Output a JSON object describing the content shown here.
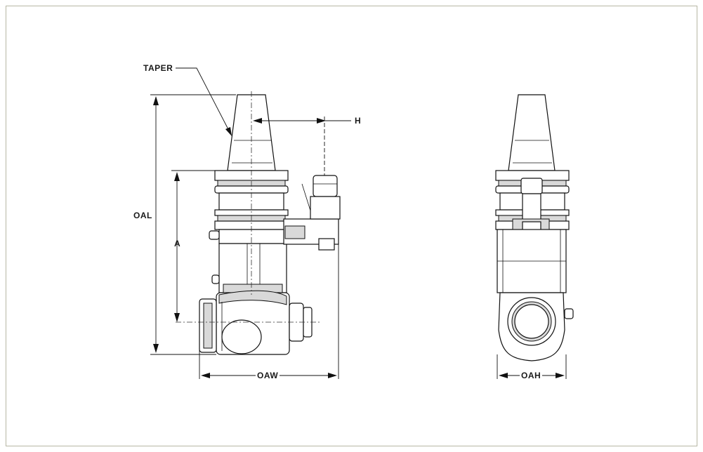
{
  "labels": {
    "taper": "TAPER",
    "h": "H",
    "oal": "OAL",
    "a": "A",
    "oaw": "OAW",
    "oah": "OAH"
  },
  "colors": {
    "line": "#111111",
    "shade": "#d9d9d9",
    "frame": "#b7b7a4"
  }
}
